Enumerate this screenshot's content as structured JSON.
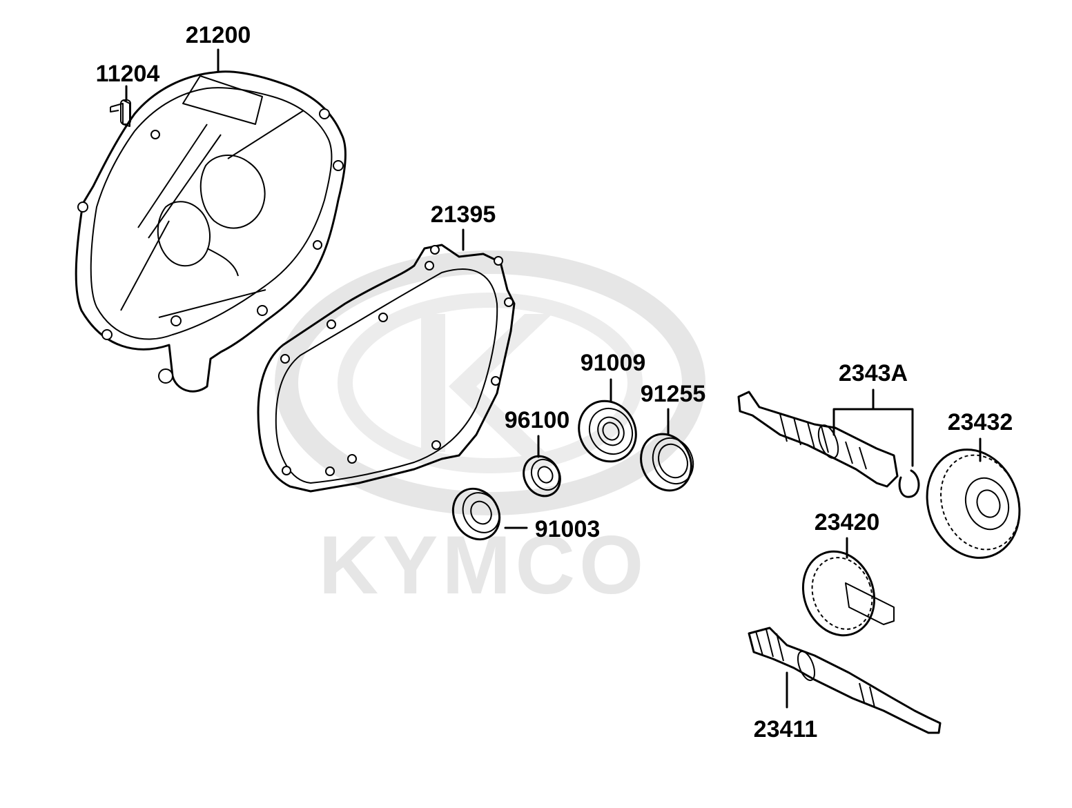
{
  "watermark": {
    "brand": "KYMCO",
    "color": "#e6e6e6"
  },
  "parts": {
    "p11204": "11204",
    "p21200": "21200",
    "p21395": "21395",
    "p91009": "91009",
    "p91255": "91255",
    "p96100": "96100",
    "p91003": "91003",
    "p2343A": "2343A",
    "p23432": "23432",
    "p23420": "23420",
    "p23411": "23411"
  }
}
